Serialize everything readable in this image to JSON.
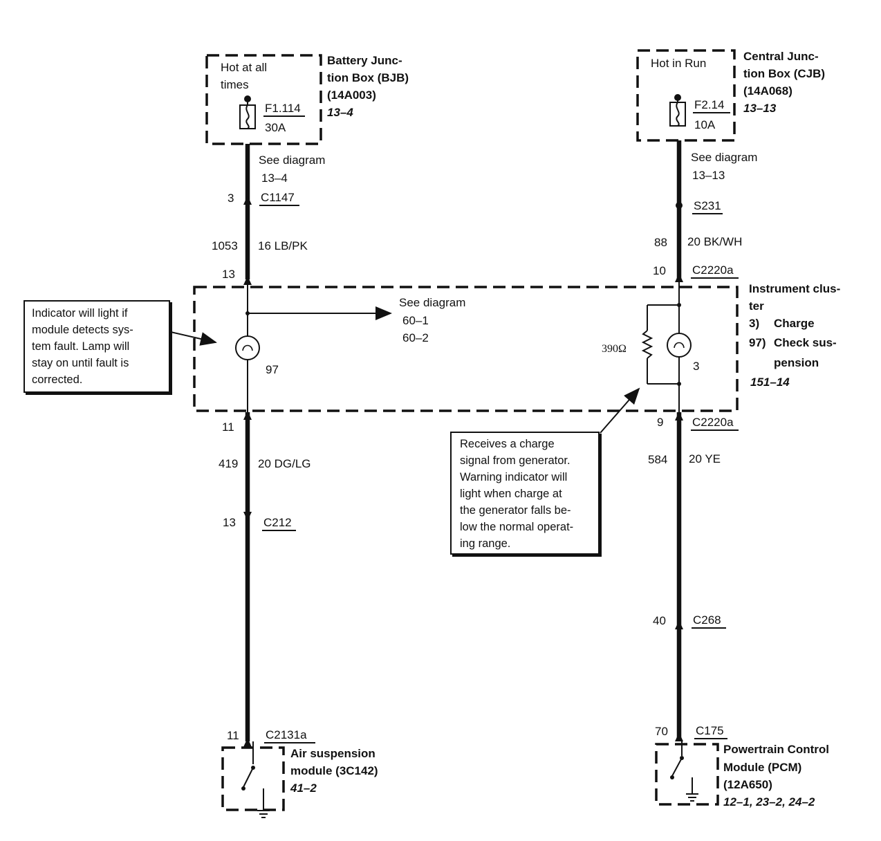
{
  "left_circuit": {
    "power_status": [
      "Hot at all",
      "times"
    ],
    "junction_box": [
      "Battery Junc-",
      "tion Box (BJB)",
      "(14A003)"
    ],
    "junction_box_ref": "13–4",
    "fuse_id": "F1.114",
    "fuse_rating": "30A",
    "see_diagram": [
      "See diagram",
      "13–4"
    ],
    "connector_top": {
      "pin": "3",
      "name": "C1147"
    },
    "wire_top": {
      "circuit": "1053",
      "spec": "16 LB/PK"
    },
    "cluster_in_pin": "13",
    "see_diagram_branch": [
      "See diagram",
      "60–1",
      "60–2"
    ],
    "lamp_number": "97",
    "cluster_out_pin": "11",
    "wire_bottom": {
      "circuit": "419",
      "spec": "20 DG/LG"
    },
    "connector_mid": {
      "pin": "13",
      "name": "C212"
    },
    "connector_bottom": {
      "pin": "11",
      "name": "C2131a"
    },
    "module": [
      "Air suspension",
      "module (3C142)"
    ],
    "module_ref": "41–2"
  },
  "right_circuit": {
    "power_status": "Hot in Run",
    "junction_box": [
      "Central Junc-",
      "tion Box (CJB)",
      "(14A068)"
    ],
    "junction_box_ref": "13–13",
    "fuse_id": "F2.14",
    "fuse_rating": "10A",
    "see_diagram": [
      "See diagram",
      "13–13"
    ],
    "splice": "S231",
    "wire_top": {
      "circuit": "88",
      "spec": "20 BK/WH"
    },
    "connector_in": {
      "pin": "10",
      "name": "C2220a"
    },
    "resistor": "390Ω",
    "lamp_number": "3",
    "connector_out": {
      "pin": "9",
      "name": "C2220a"
    },
    "wire_bottom": {
      "circuit": "584",
      "spec": "20 YE"
    },
    "connector_mid": {
      "pin": "40",
      "name": "C268"
    },
    "connector_bottom": {
      "pin": "70",
      "name": "C175"
    },
    "module": [
      "Powertrain Control",
      "Module (PCM)",
      "(12A650)"
    ],
    "module_ref": "12–1, 23–2, 24–2"
  },
  "instrument_cluster": {
    "title": [
      "Instrument clus-",
      "ter"
    ],
    "items": [
      {
        "num": "3)",
        "text": [
          "Charge"
        ]
      },
      {
        "num": "97)",
        "text": [
          "Check sus-",
          "pension"
        ]
      }
    ],
    "ref": "151–14"
  },
  "notes": {
    "left": [
      "Indicator will light if",
      "module detects sys-",
      "tem fault. Lamp will",
      "stay on until fault is",
      "corrected."
    ],
    "right": [
      "Receives a charge",
      "signal from generator.",
      "Warning indicator will",
      "light when charge at",
      "the generator falls be-",
      "low the normal operat-",
      "ing range."
    ]
  }
}
